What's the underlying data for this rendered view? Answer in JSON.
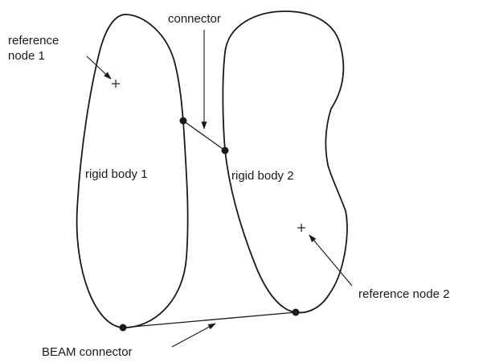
{
  "diagram": {
    "labels": {
      "reference_node_1_line1": "reference",
      "reference_node_1_line2": "node 1",
      "connector": "connector",
      "rigid_body_1": "rigid body 1",
      "rigid_body_2": "rigid body 2",
      "reference_node_2": "reference node 2",
      "beam_connector": "BEAM connector"
    },
    "colors": {
      "stroke": "#1a1a1a",
      "background": "#ffffff"
    }
  }
}
